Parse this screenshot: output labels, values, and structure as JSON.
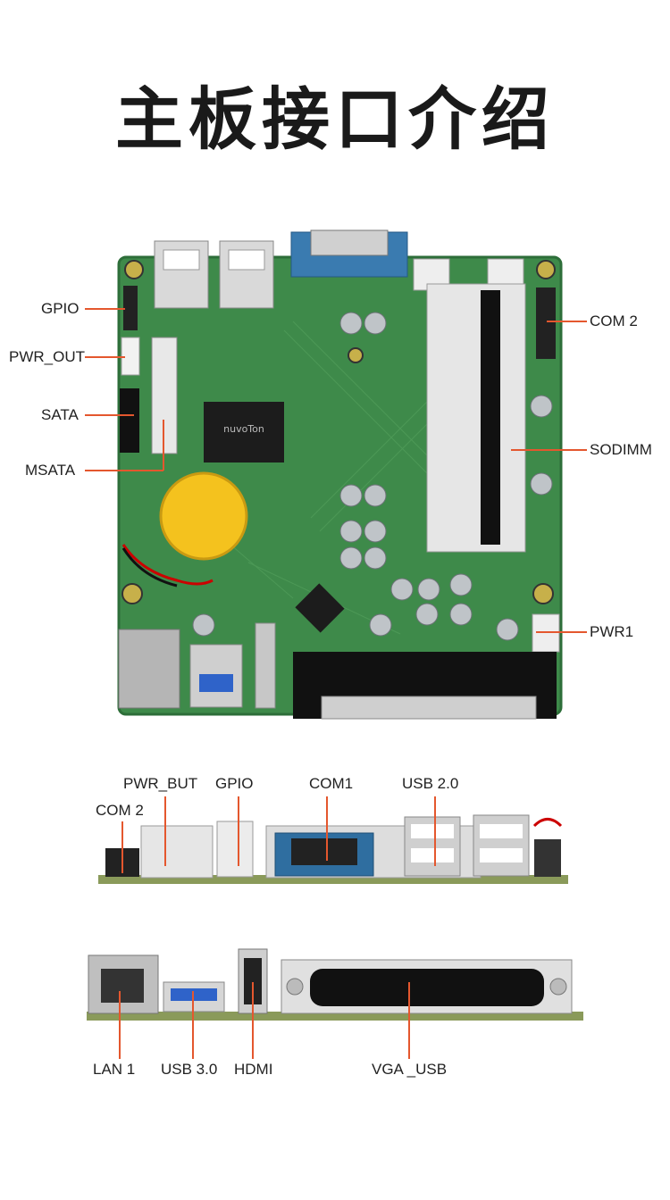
{
  "title": "主板接口介绍",
  "board_top": {
    "chip_text": "nuvoTon",
    "labels_left": [
      "GPIO",
      "PWR_OUT",
      "SATA",
      "MSATA"
    ],
    "labels_right": [
      "COM 2",
      "SODIMM",
      "PWR1"
    ]
  },
  "side_view_1": {
    "labels": [
      "COM 2",
      "PWR_BUT",
      "GPIO",
      "COM1",
      "USB 2.0"
    ]
  },
  "side_view_2": {
    "labels": [
      "LAN 1",
      "USB 3.0",
      "HDMI",
      "VGA _USB"
    ]
  },
  "colors": {
    "accent_line": "#e4572e",
    "pcb": "#3e8a4a",
    "pcb_dark": "#2d6e39"
  }
}
